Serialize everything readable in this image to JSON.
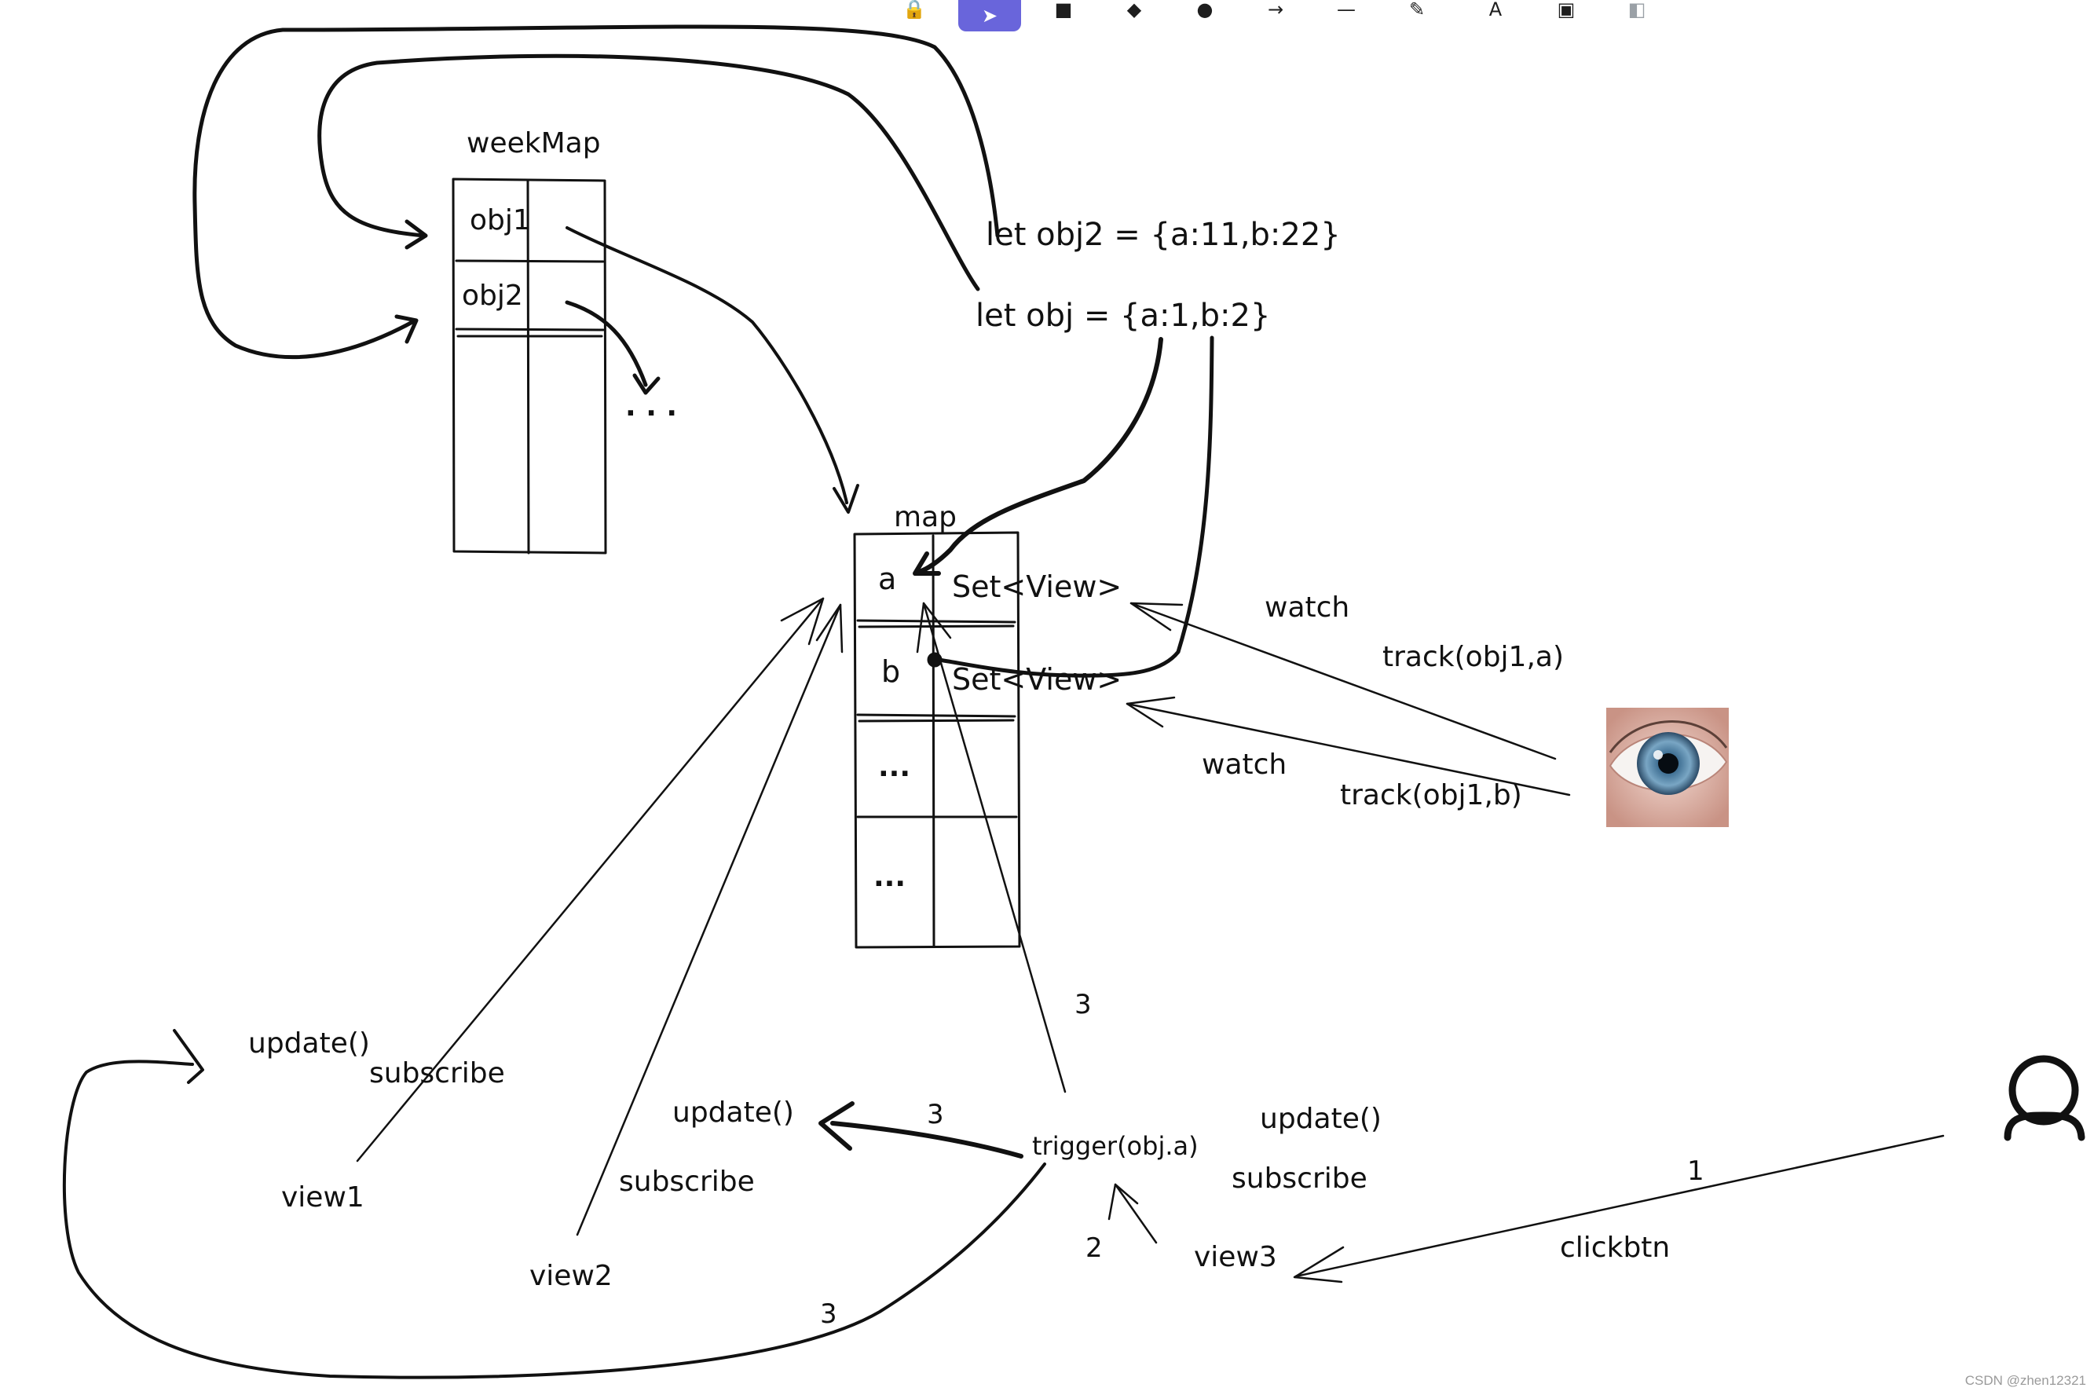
{
  "toolbar": {
    "tools": [
      {
        "name": "lock-icon",
        "glyph": "🔒",
        "state": "faded"
      },
      {
        "name": "selection-icon",
        "glyph": "➤",
        "state": "active"
      },
      {
        "name": "rectangle-icon",
        "glyph": "■",
        "state": "normal"
      },
      {
        "name": "diamond-icon",
        "glyph": "◆",
        "state": "normal"
      },
      {
        "name": "ellipse-icon",
        "glyph": "●",
        "state": "normal"
      },
      {
        "name": "arrow-icon",
        "glyph": "→",
        "state": "normal"
      },
      {
        "name": "line-icon",
        "glyph": "—",
        "state": "normal"
      },
      {
        "name": "pencil-icon",
        "glyph": "✎",
        "state": "normal"
      },
      {
        "name": "text-icon",
        "glyph": "A",
        "state": "normal"
      },
      {
        "name": "image-icon",
        "glyph": "▣",
        "state": "normal"
      },
      {
        "name": "eraser-icon",
        "glyph": "◧",
        "state": "faded"
      }
    ]
  },
  "labels": {
    "weekmap_title": "weekMap",
    "weekmap_row1": "obj1",
    "weekmap_row2": "obj2",
    "weekmap_more": "· · ·",
    "let_obj2": "let obj2 = {a:11,b:22}",
    "let_obj": "let obj = {a:1,b:2}",
    "map_title": "map",
    "map_key_a": "a",
    "map_key_b": "b",
    "map_set_a": "Set<View>",
    "map_set_b": "Set<View>",
    "map_more1": "...",
    "map_more2": "...",
    "watch1": "watch",
    "track1": "track(obj1,a)",
    "watch2": "watch",
    "track2": "track(obj1,b)",
    "update1": "update()",
    "subscribe1": "subscribe",
    "view1": "view1",
    "update2": "update()",
    "subscribe2": "subscribe",
    "view2": "view2",
    "trigger": "trigger(obj.a)",
    "update3": "update()",
    "subscribe3": "subscribe",
    "view3": "view3",
    "clickbtn": "clickbtn",
    "step_1": "1",
    "step_2": "2",
    "step_3a": "3",
    "step_3b": "3",
    "step_3c": "3"
  },
  "images": {
    "eye": "eye-photo",
    "user": "user-icon"
  },
  "watermark": "CSDN @zhen12321"
}
